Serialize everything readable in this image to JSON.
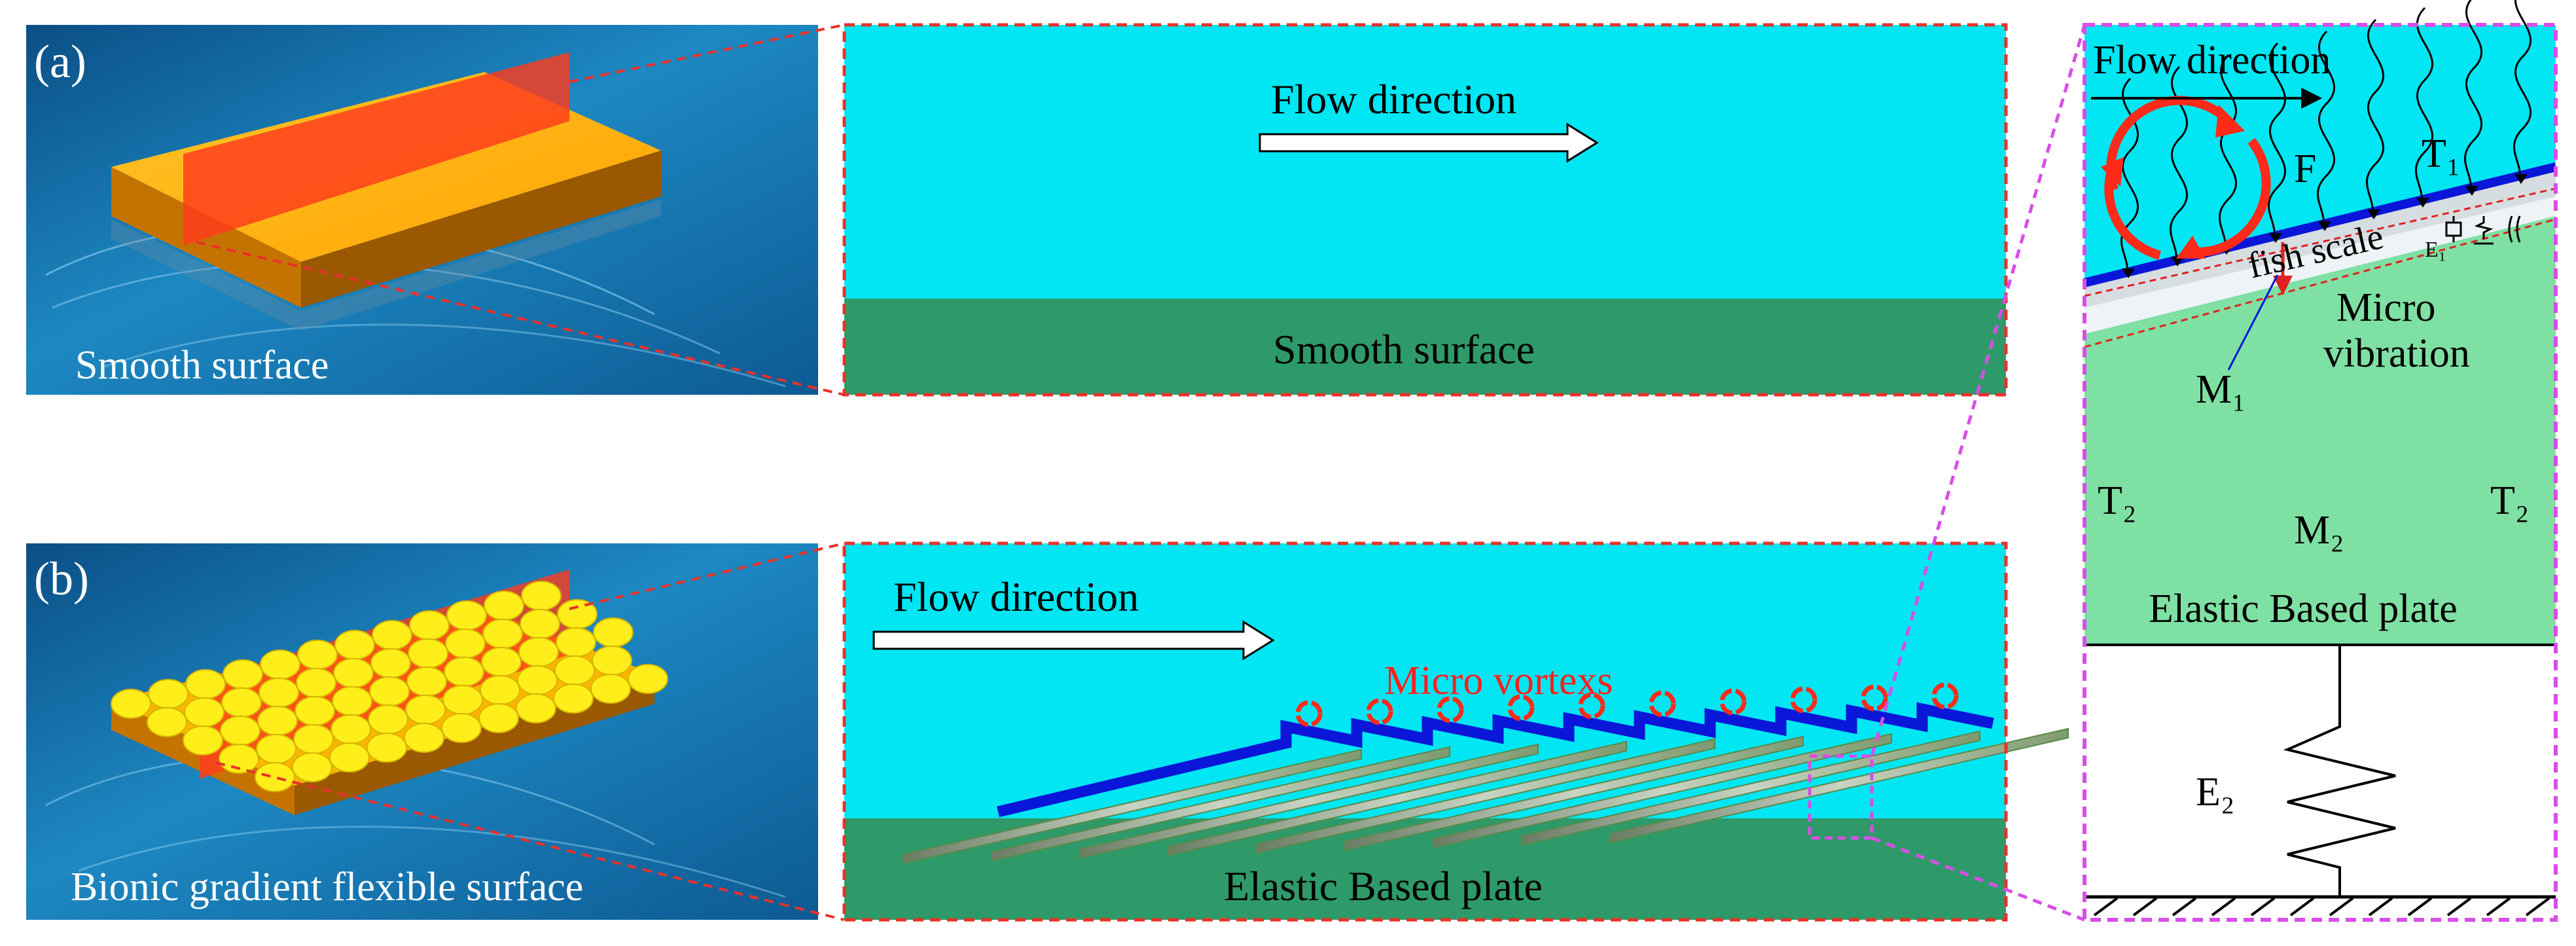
{
  "panel_a": {
    "tag": "(a)",
    "render_caption": "Smooth surface",
    "flow_label": "Flow direction",
    "surface_label": "Smooth surface"
  },
  "panel_b": {
    "tag": "(b)",
    "render_caption": "Bionic gradient flexible surface",
    "flow_label": "Flow direction",
    "vortex_label": "Micro vortexs",
    "plate_label": "Elastic Based plate"
  },
  "detail": {
    "flow_label": "Flow direction",
    "force_label": "F",
    "t1_label": "T₁",
    "fish_scale_label": "fish scale",
    "e1_label": "E₁",
    "micro_label": "Micro",
    "vibration_label": "vibration",
    "m1_label": "M₁",
    "t2_left_label": "T₂",
    "m2_label": "M₂",
    "t2_right_label": "T₂",
    "plate_label": "Elastic Based plate",
    "e2_label": "E₂"
  },
  "colors": {
    "water": "#00e6f2",
    "plate": "#2e9a6a",
    "light_plate": "#7fe0a3",
    "scale_line": "#0a17d8",
    "vortex": "#ff2a1a",
    "dashed_red": "#e8322b",
    "dashed_magenta": "#d84ee8",
    "render_bg": "#1570a8",
    "block_top": "#ffb400",
    "block_side": "#b86a00",
    "red_plane": "#ff3b1c"
  }
}
